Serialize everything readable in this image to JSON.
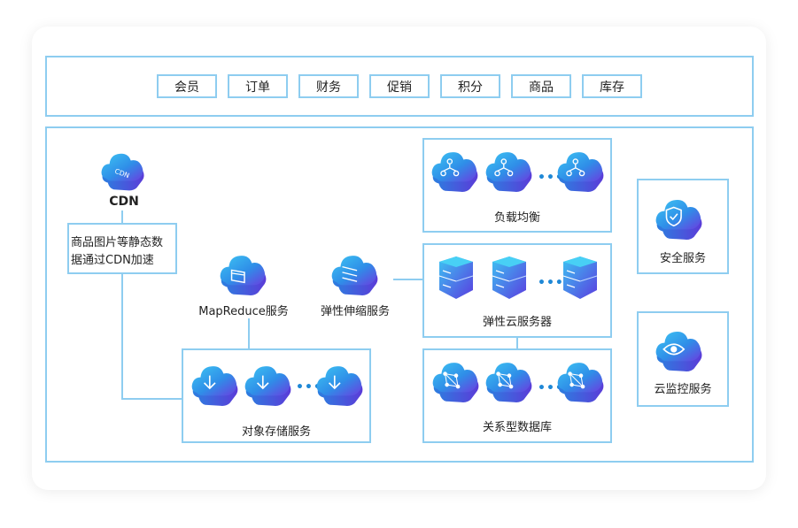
{
  "top_bar": {
    "tags": [
      "会员",
      "订单",
      "财务",
      "促销",
      "积分",
      "商品",
      "库存"
    ]
  },
  "cdn": {
    "icon_text": "CDN",
    "title": "CDN",
    "note_line1": "商品图片等静态数",
    "note_line2": "据通过CDN加速"
  },
  "mapreduce": {
    "label": "MapReduce服务"
  },
  "object_storage": {
    "label": "对象存储服务"
  },
  "elastic_scaling": {
    "label": "弹性伸缩服务"
  },
  "load_balancer": {
    "label": "负载均衡"
  },
  "elastic_server": {
    "label": "弹性云服务器"
  },
  "rdb": {
    "label": "关系型数据库"
  },
  "security": {
    "label": "安全服务"
  },
  "monitor": {
    "label": "云监控服务"
  },
  "ellipsis": "•••",
  "colors": {
    "border": "#8ecdf0",
    "cloud_light": "#2fb4ef",
    "cloud_dark": "#6a3fe0",
    "dots": "#1f88d6"
  }
}
